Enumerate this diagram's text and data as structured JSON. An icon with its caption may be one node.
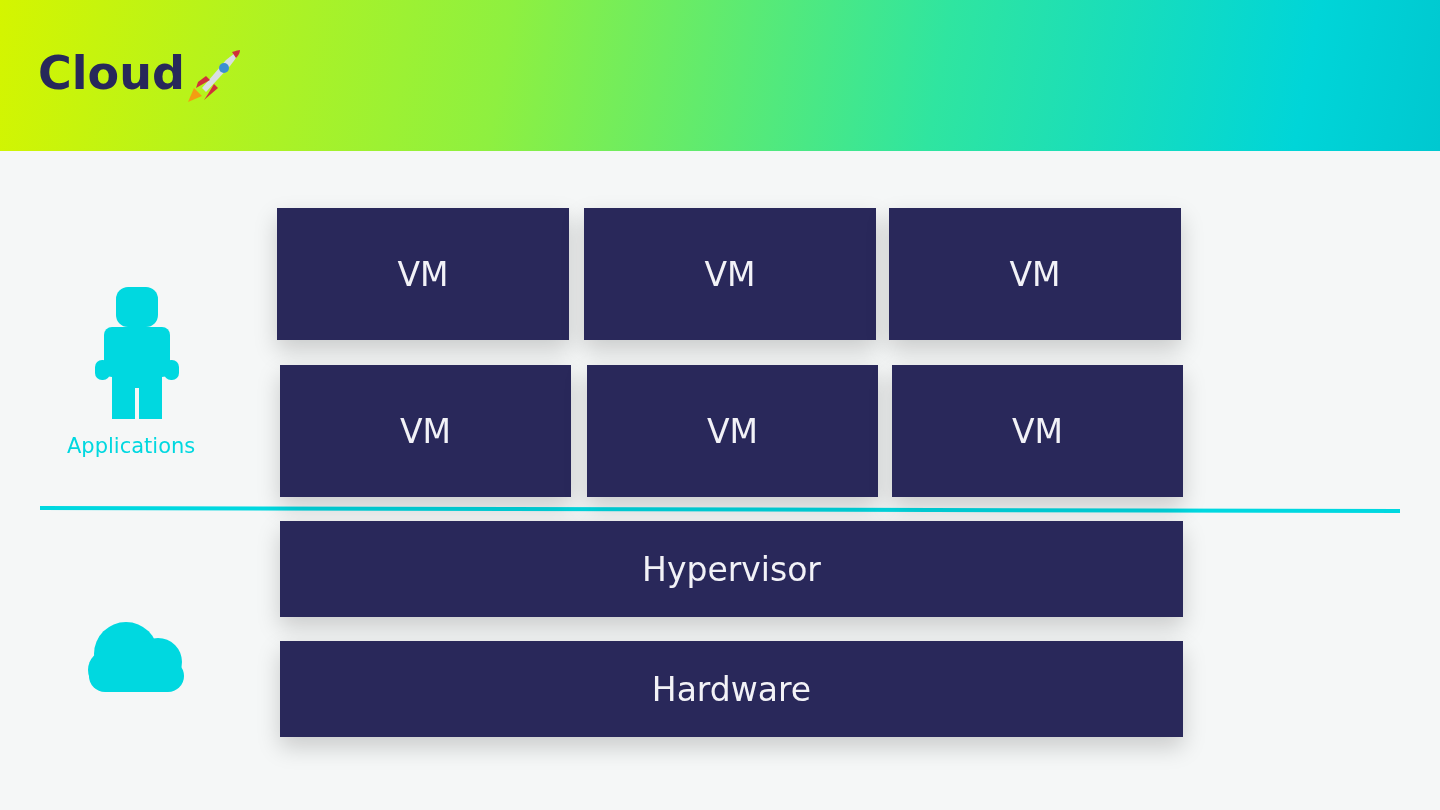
{
  "diagram": {
    "title": "Cloud",
    "nodes": [
      {
        "text": [
          "VM"
        ]
      },
      {
        "text": [
          "VM"
        ]
      },
      {
        "text": [
          "VM"
        ]
      },
      {
        "text": [
          "VM"
        ]
      },
      {
        "text": [
          "VM"
        ]
      },
      {
        "text": [
          "VM"
        ]
      },
      {
        "text": [
          "Hypervisor"
        ]
      },
      {
        "text": [
          "Hardware"
        ]
      }
    ],
    "edges": [],
    "labels": [
      "Applications"
    ]
  }
}
